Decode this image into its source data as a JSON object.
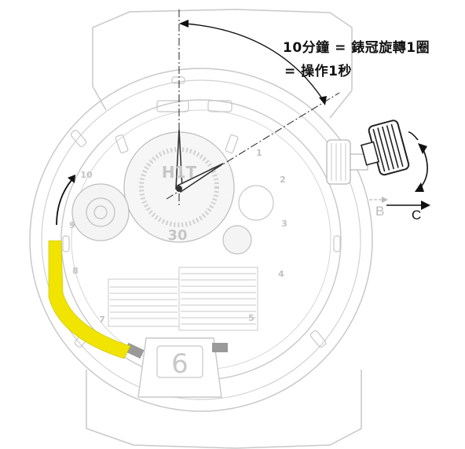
{
  "caption": {
    "line1": "10分鐘 = 錶冠旋轉1圈",
    "line2": "= 操作1秒"
  },
  "positions": {
    "b": "B",
    "c": "C"
  },
  "dial": {
    "brand": "H1T",
    "date_display": "30",
    "retro_hour_digit": "6",
    "hour_numerals": [
      "1",
      "2",
      "3",
      "4",
      "5",
      "6",
      "7",
      "8",
      "9",
      "10"
    ]
  },
  "colors": {
    "outline": "#c8c8c8",
    "hands": "#333333",
    "highlight": "#f0e400",
    "arrow": "#111111",
    "text": "#111111"
  },
  "icons": {
    "crown_rotation": "circular-arrow-icon",
    "movement": "arrow-icon"
  }
}
